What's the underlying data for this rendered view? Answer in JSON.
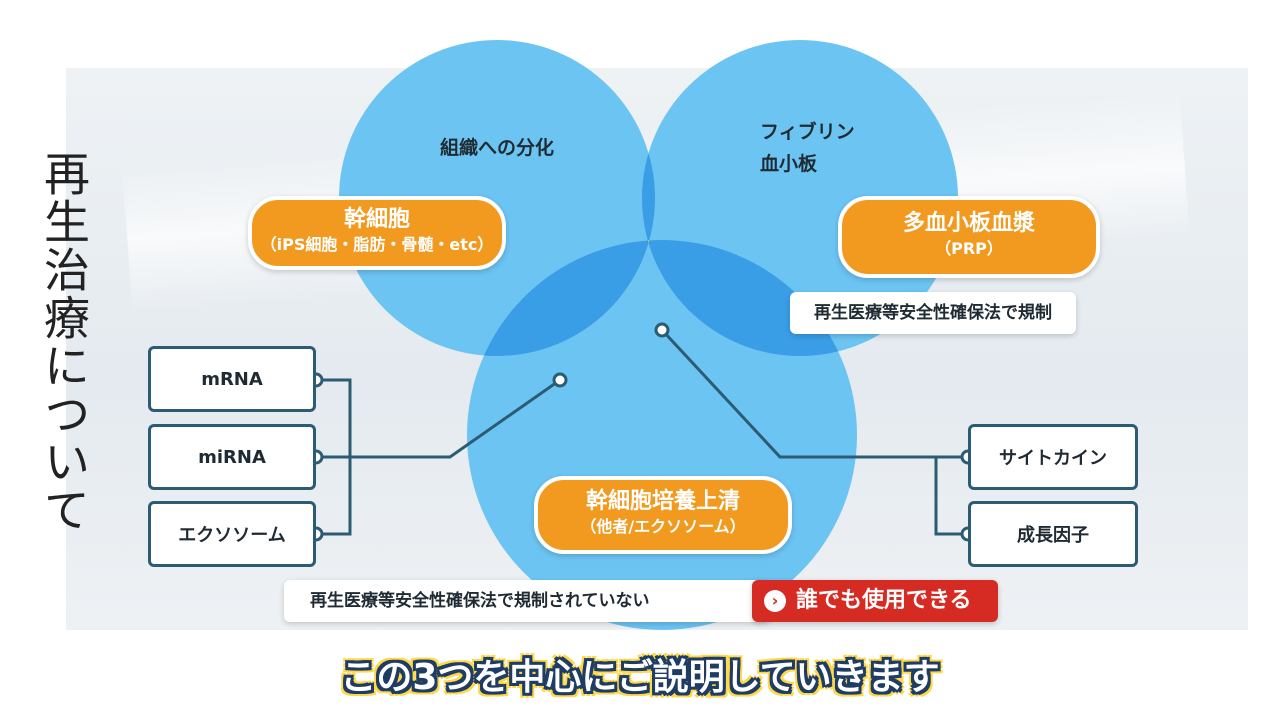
{
  "vertical_title": "再生治療について",
  "circles": {
    "stem_cells": {
      "feature_label": "組織への分化",
      "name": "幹細胞",
      "sub": "（iPS細胞・脂肪・骨髄・etc）"
    },
    "prp": {
      "feature_label_1": "フィブリン",
      "feature_label_2": "血小板",
      "name": "多血小板血漿",
      "sub": "（PRP）",
      "regulation": "再生医療等安全性確保法で規制"
    },
    "culture_supernatant": {
      "name": "幹細胞培養上清",
      "sub": "（他者/エクソソーム）",
      "regulation": "再生医療等安全性確保法で規制されていない",
      "highlight": "誰でも使用できる"
    }
  },
  "left_boxes": [
    "mRNA",
    "miRNA",
    "エクソソーム"
  ],
  "right_boxes": [
    "サイトカイン",
    "成長因子"
  ],
  "caption": "この3つを中心にご説明していきます",
  "colors": {
    "circle": "#6cc4f2",
    "overlap": "#3a9ee6",
    "center": "#ffe100",
    "pill": "#f19a1f",
    "connector": "#2c5b74",
    "alert": "#d62b23"
  }
}
